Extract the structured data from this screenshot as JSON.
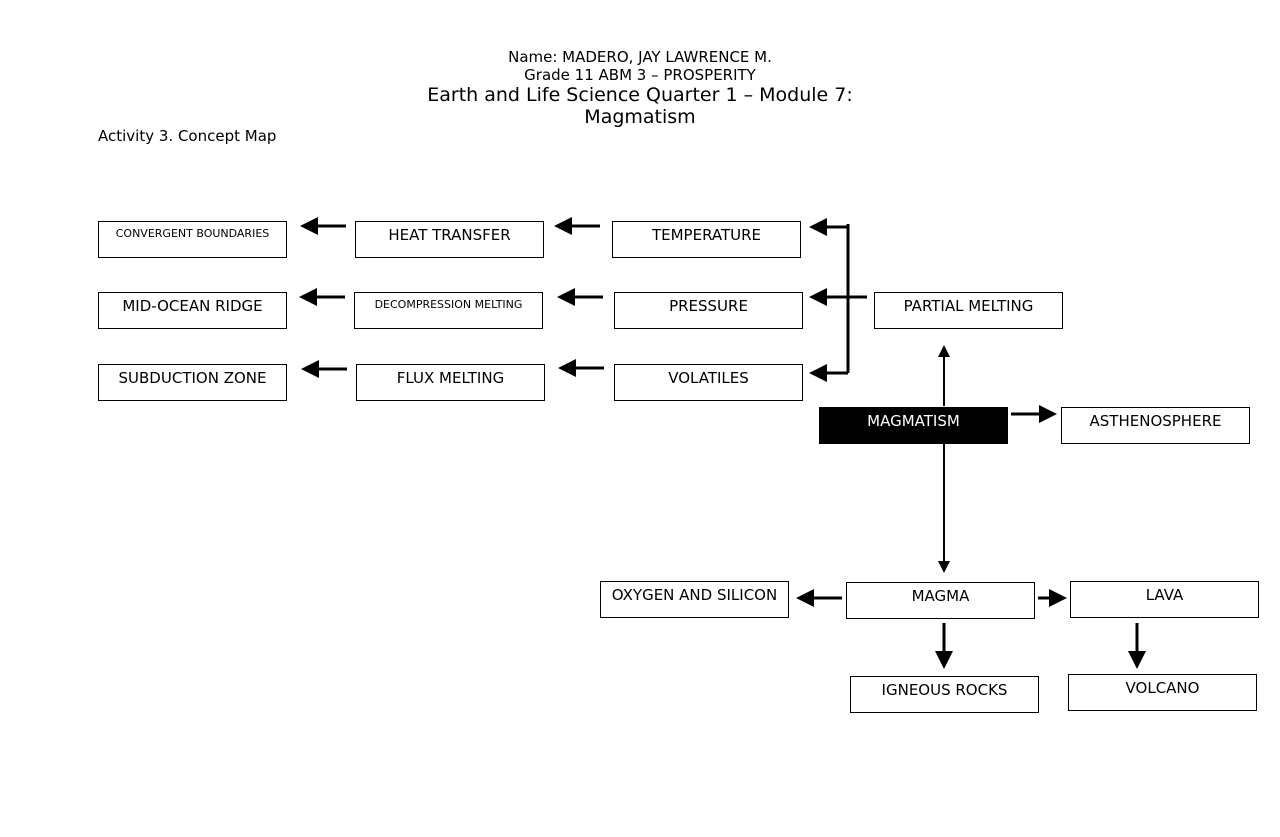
{
  "header": {
    "name_line": "Name: MADERO, JAY LAWRENCE M.",
    "grade_line": "Grade 11 ABM 3 – PROSPERITY",
    "title_line1": "Earth and Life Science Quarter 1 – Module 7:",
    "title_line2": "Magmatism",
    "activity": "Activity 3. Concept Map"
  },
  "concept_map": {
    "nodes": {
      "convergent_boundaries": "CONVERGENT BOUNDARIES",
      "heat_transfer": "HEAT TRANSFER",
      "temperature": "TEMPERATURE",
      "mid_ocean_ridge": "MID-OCEAN RIDGE",
      "decompression_melting": "DECOMPRESSION MELTING",
      "pressure": "PRESSURE",
      "partial_melting": "PARTIAL MELTING",
      "subduction_zone": "SUBDUCTION ZONE",
      "flux_melting": "FLUX MELTING",
      "volatiles": "VOLATILES",
      "magmatism": "MAGMATISM",
      "asthenosphere": "ASTHENOSPHERE",
      "oxygen_and_silicon": "OXYGEN AND SILICON",
      "magma": "MAGMA",
      "lava": "LAVA",
      "igneous_rocks": "IGNEOUS ROCKS",
      "volcano": "VOLCANO"
    },
    "central_node_color": "#000000"
  }
}
